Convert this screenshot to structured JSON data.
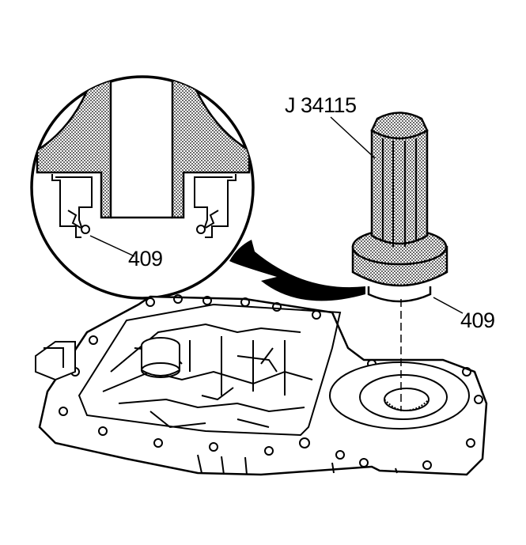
{
  "labels": {
    "tool": "J 34115",
    "seal_detail": "409",
    "seal_main": "409"
  },
  "colors": {
    "ink": "#000000",
    "paper": "#ffffff",
    "stipple": "#9a9a9a"
  }
}
